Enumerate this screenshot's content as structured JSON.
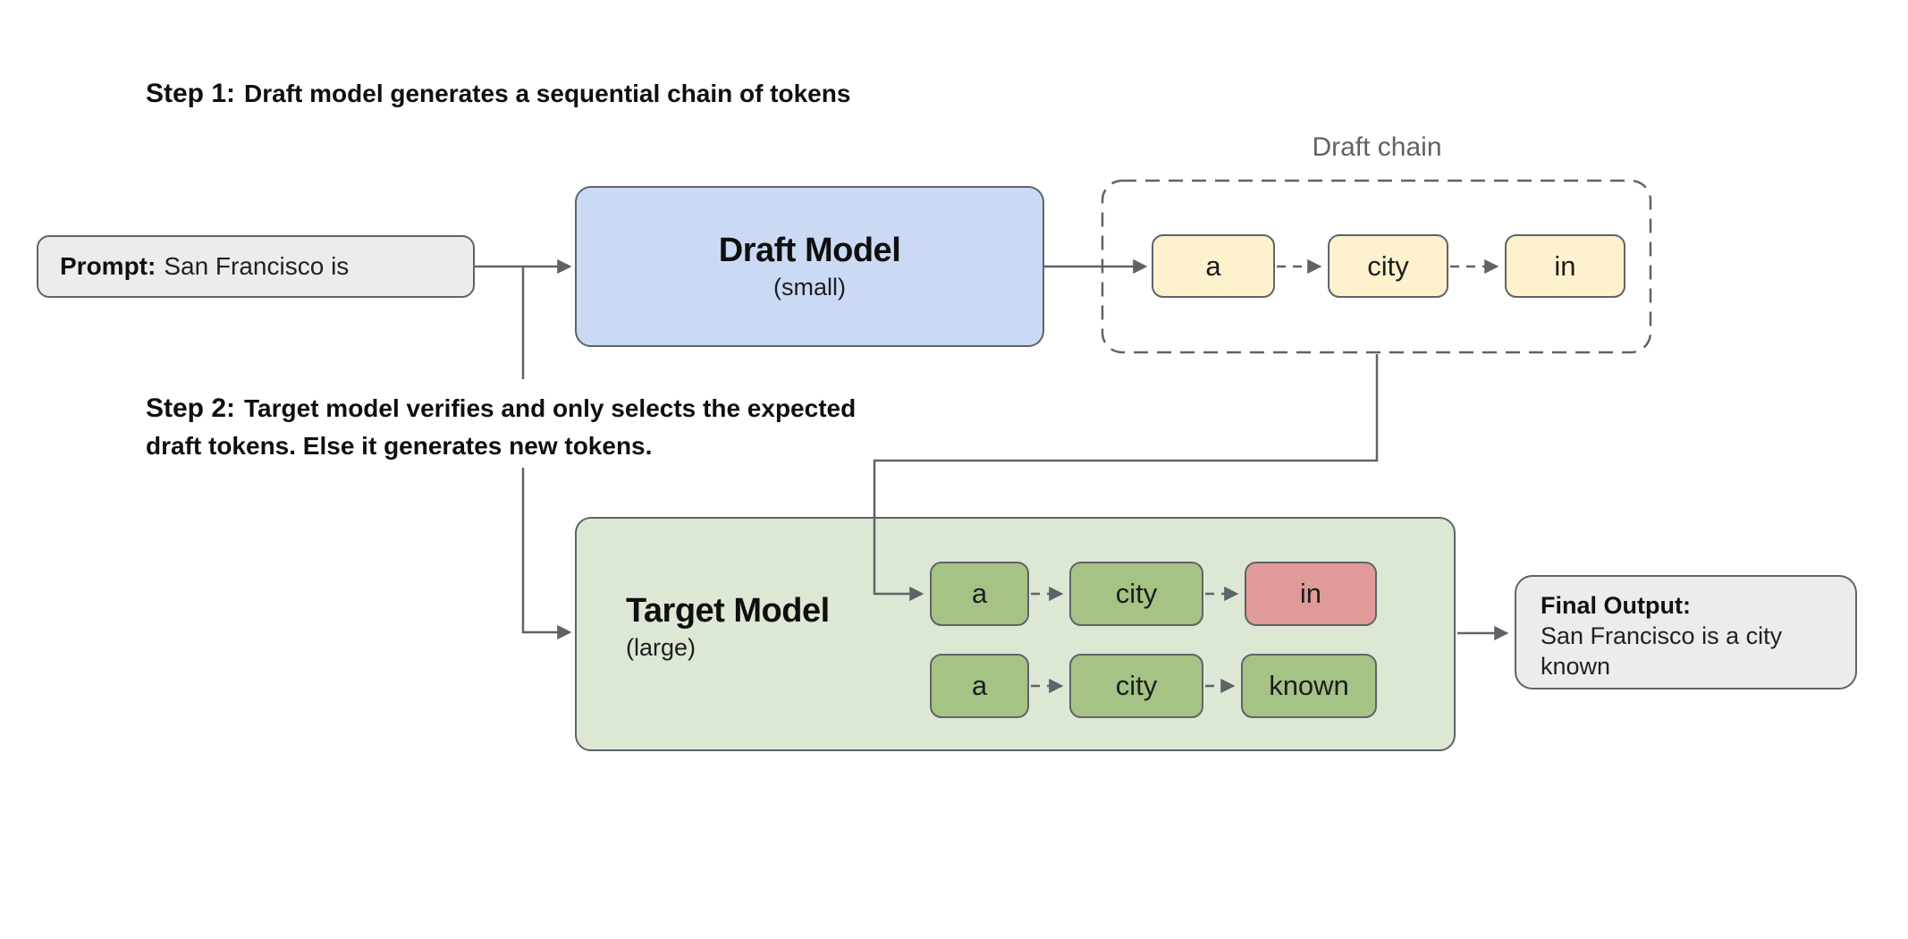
{
  "step1": {
    "prefix": "Step 1:",
    "text": "Draft model generates a sequential chain of tokens"
  },
  "step2": {
    "prefix": "Step 2:",
    "line1": "Target model verifies and only selects the expected",
    "line2": "draft tokens. Else it generates new tokens."
  },
  "prompt": {
    "label": "Prompt:",
    "value": "San Francisco is"
  },
  "draft_model": {
    "title": "Draft Model",
    "size": "(small)"
  },
  "draft_chain": {
    "label": "Draft chain",
    "tokens": [
      "a",
      "city",
      "in"
    ]
  },
  "target_model": {
    "title": "Target Model",
    "size": "(large)",
    "row1": [
      "a",
      "city",
      "in"
    ],
    "row1_status": [
      "accepted",
      "accepted",
      "rejected"
    ],
    "row2": [
      "a",
      "city",
      "known"
    ],
    "row2_status": [
      "accepted",
      "accepted",
      "accepted"
    ]
  },
  "final_output": {
    "label": "Final Output:",
    "value": "San Francisco is a city known"
  },
  "colors": {
    "draft_model_fill": "#cbdaf4",
    "target_model_fill": "#dde8d4",
    "draft_token_fill": "#fdf2cd",
    "accepted_token_fill": "#a5c385",
    "rejected_token_fill": "#e09b98",
    "io_box_fill": "#ececec",
    "connector": "#5f6368",
    "chain_label_text": "#5f6368"
  }
}
